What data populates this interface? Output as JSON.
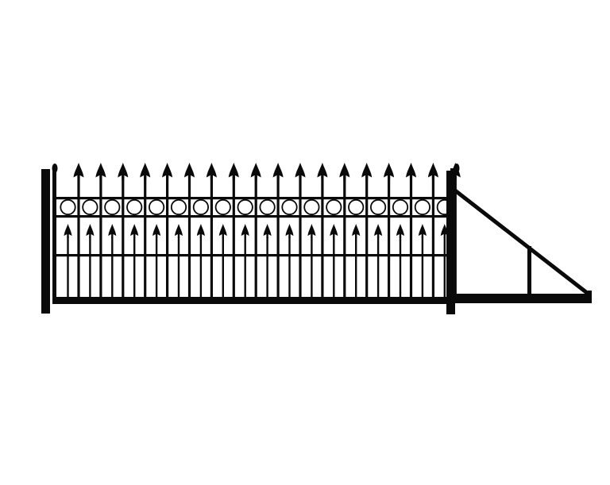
{
  "image": {
    "subject": "sliding-gate-drawing",
    "colors": {
      "background": "#ffffff",
      "ink": "#0a0a0a"
    }
  },
  "gate": {
    "main_picket_count": 18,
    "lower_picket_count": 18,
    "ring_count": 18,
    "icons": {
      "post": "post-icon",
      "spear": "spear-finial-icon",
      "ring": "ring-ornament-icon"
    }
  }
}
